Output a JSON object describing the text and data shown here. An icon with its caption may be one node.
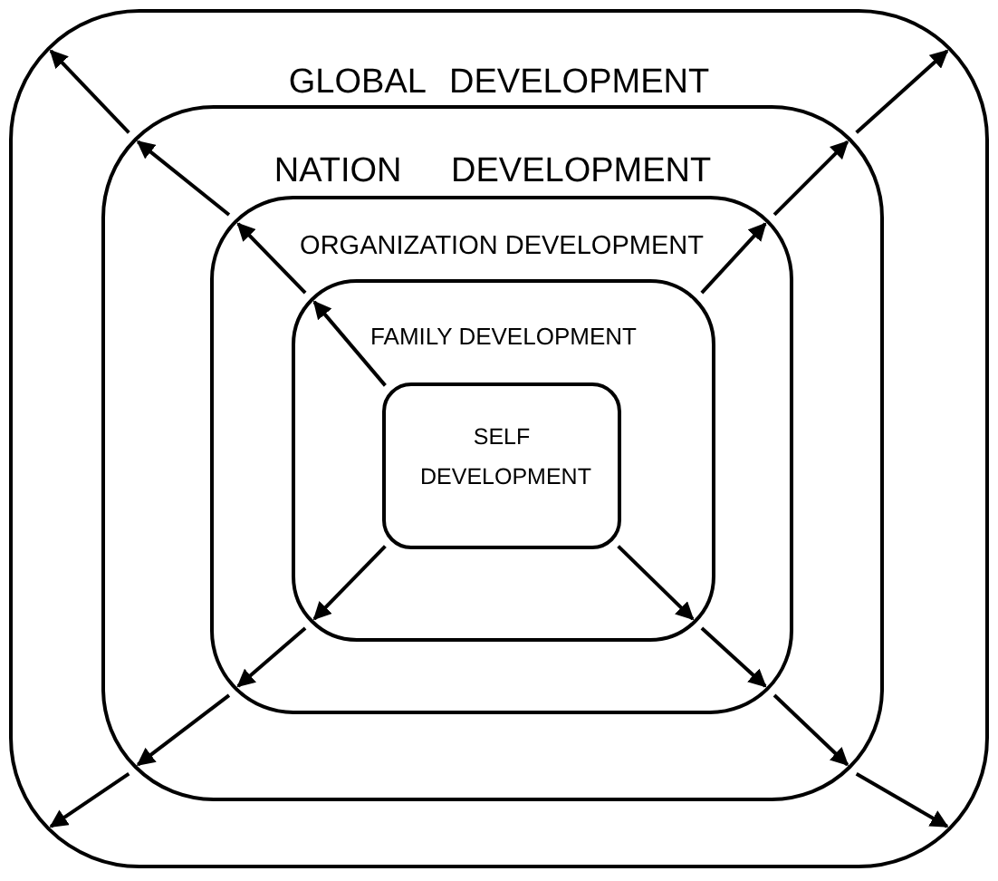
{
  "diagram": {
    "nodes": [
      {
        "text": [
          "GLOBAL DEVELOPMENT"
        ]
      },
      {
        "text": [
          "NATION DEVELOPMENT"
        ],
        "in": 0
      },
      {
        "text": [
          "ORGANIZATION DEVELOPMENT"
        ],
        "in": 1
      },
      {
        "text": [
          "FAMILY DEVELOPMENT"
        ],
        "in": 2
      },
      {
        "text": [
          "SELF DEVELOPMENT"
        ],
        "in": 3
      }
    ],
    "edges": [
      {
        "from": 4,
        "to": 3,
        "arrow": "to"
      },
      {
        "from": 3,
        "to": 2,
        "arrow": "to"
      },
      {
        "from": 2,
        "to": 1,
        "arrow": "to"
      },
      {
        "from": 1,
        "to": 0,
        "arrow": "to"
      },
      {
        "from": 3,
        "to": 2,
        "arrow": "to"
      },
      {
        "from": 2,
        "to": 1,
        "arrow": "to"
      },
      {
        "from": 1,
        "to": 0,
        "arrow": "to"
      },
      {
        "from": 4,
        "to": 3,
        "arrow": "to"
      },
      {
        "from": 3,
        "to": 2,
        "arrow": "to"
      },
      {
        "from": 2,
        "to": 1,
        "arrow": "to"
      },
      {
        "from": 1,
        "to": 0,
        "arrow": "to"
      },
      {
        "from": 4,
        "to": 3,
        "arrow": "to"
      },
      {
        "from": 3,
        "to": 2,
        "arrow": "to"
      },
      {
        "from": 2,
        "to": 1,
        "arrow": "to"
      },
      {
        "from": 1,
        "to": 0,
        "arrow": "to"
      }
    ]
  }
}
